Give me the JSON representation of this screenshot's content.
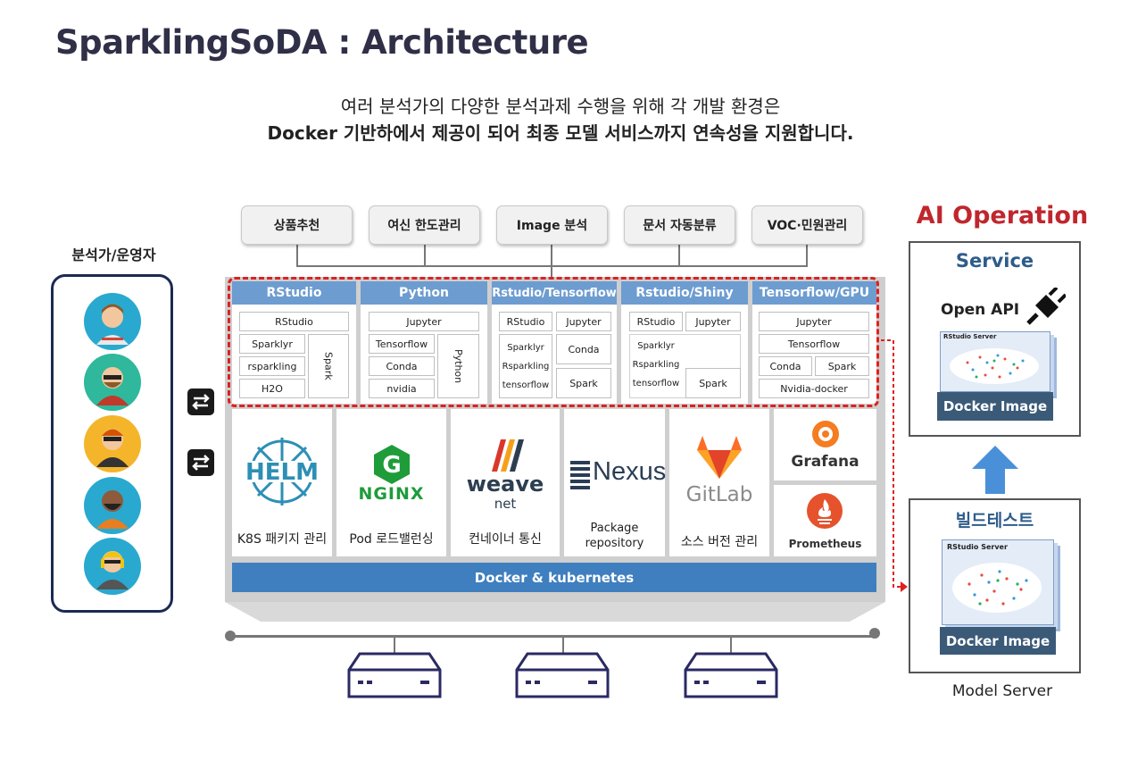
{
  "title": "SparklingSoDA : Architecture",
  "subtitle": {
    "line1": "여러 분석가의 다양한 분석과제 수행을 위해 각 개발 환경은",
    "line2": "Docker 기반하에서 제공이 되어 최종 모델 서비스까지 연속성을 지원합니다."
  },
  "services": [
    "상품추천",
    "여신 한도관리",
    "Image 분석",
    "문서 자동분류",
    "VOC·민원관리"
  ],
  "analysts": {
    "label": "분석가/운영자"
  },
  "columns": [
    {
      "header": "RStudio",
      "tools": {
        "a": "RStudio",
        "b": "Sparklyr",
        "c": "rsparkling",
        "d": "H2O",
        "side": "Spark"
      }
    },
    {
      "header": "Python",
      "tools": {
        "a": "Jupyter",
        "b": "Tensorflow",
        "c": "Conda",
        "d": "nvidia",
        "side": "Python"
      }
    },
    {
      "header": "Rstudio/Tensorflow",
      "tools": {
        "a": "RStudio",
        "b": "Jupyter",
        "c1": "Sparklyr",
        "c2": "Rsparkling",
        "c3": "tensorflow",
        "d": "Conda",
        "e": "Spark"
      }
    },
    {
      "header": "Rstudio/Shiny",
      "tools": {
        "a": "RStudio",
        "b": "Jupyter",
        "c1": "Sparklyr",
        "c2": "Rsparkling",
        "c3": "tensorflow",
        "e": "Spark"
      }
    },
    {
      "header": "Tensorflow/GPU",
      "tools": {
        "a": "Jupyter",
        "b": "Tensorflow",
        "c": "Conda",
        "d": "Spark",
        "e": "Nvidia-docker"
      }
    }
  ],
  "platform": {
    "helm": {
      "logo": "HELM",
      "label": "K8S 패키지 관리"
    },
    "nginx": {
      "logo": "NGINX",
      "label": "Pod 로드밸런싱"
    },
    "weave": {
      "logo1": "weave",
      "logo2": "net",
      "label": "컨네이너 통신"
    },
    "nexus": {
      "logo": "Nexus",
      "label1": "Package",
      "label2": "repository"
    },
    "gitlab": {
      "logo": "GitLab",
      "label": "소스 버전 관리"
    },
    "grafana": {
      "logo": "Grafana"
    },
    "prometheus": {
      "logo": "Prometheus"
    }
  },
  "docker_bar": "Docker & kubernetes",
  "ai": {
    "title": "AI Operation",
    "service": {
      "title": "Service",
      "api": "Open API",
      "screen": "RStudio Server",
      "image": "Docker Image"
    },
    "build": {
      "title": "빌드테스트",
      "screen": "RStudio Server",
      "image": "Docker Image"
    },
    "model_server": "Model Server"
  },
  "colors": {
    "header_blue": "#6d9cd0",
    "docker_bar": "#3f7fbf",
    "ai_red": "#c0262d",
    "dashed_red": "#e02020",
    "navy": "#1b2a52",
    "docker_image": "#3a5a78"
  }
}
